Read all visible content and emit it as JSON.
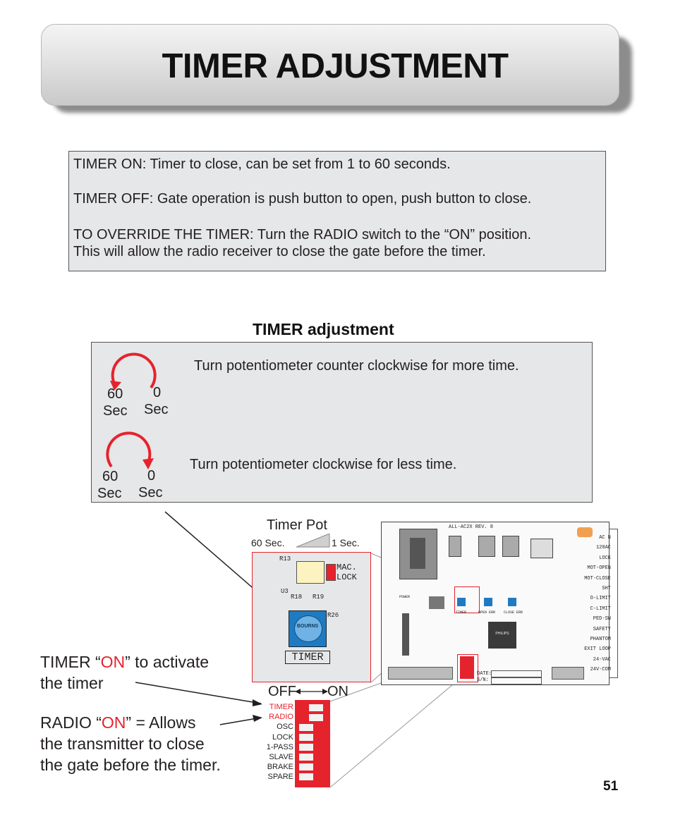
{
  "header": {
    "title": "TIMER ADJUSTMENT"
  },
  "info": {
    "line1": "TIMER ON: Timer to close, can be set from 1 to 60 seconds.",
    "line2": "TIMER OFF: Gate operation is push button to open, push button  to close.",
    "line3": "TO OVERRIDE THE TIMER: Turn the RADIO switch to the “ON” position.",
    "line4": "This will allow the radio receiver to close the gate before the timer."
  },
  "adjustment": {
    "heading": "TIMER adjustment",
    "ccw_text": "Turn potentiometer counter clockwise for more time.",
    "cw_text": "Turn potentiometer clockwise for less time.",
    "dial1": {
      "left_num": "60",
      "left_unit": "Sec",
      "right_num": "0",
      "right_unit": "Sec"
    },
    "dial2": {
      "left_num": "60",
      "left_unit": "Sec",
      "right_num": "0",
      "right_unit": "Sec"
    }
  },
  "pot": {
    "title": "Timer Pot",
    "left_label": "60 Sec.",
    "right_label": "1 Sec.",
    "r13": "R13",
    "u3": "U3",
    "mac_lock": "MAC. LOCK",
    "r18": "R18",
    "r19": "R19",
    "r26": "R26",
    "brand": "BOURNS",
    "timer_label": "TIMER"
  },
  "board": {
    "model": "ALL-AC2X REV. 8",
    "terminals": [
      "AC N",
      "120AC",
      "LOCK",
      "MOT-OPEN",
      "MOT-CLOSE",
      "SHT",
      "O-LIMIT",
      "C-LIMIT",
      "PED-SW",
      "SAFETY",
      "PHANTOM",
      "EXIT LOOP",
      "24-VAC",
      "24V-COM"
    ],
    "pot_labels": [
      "TIMER",
      "OPEN ERR",
      "CLOSE ERR"
    ],
    "chip": "PHILIPS",
    "power_label": "POWER",
    "date_label": "DATE:",
    "sn_label": "S/N:"
  },
  "dip": {
    "off_label": "OFF",
    "on_label": "ON",
    "switches": [
      "TIMER",
      "RADIO",
      "OSC",
      "LOCK",
      "1-PASS",
      "SLAVE",
      "BRAKE",
      "SPARE"
    ]
  },
  "callouts": {
    "timer_prefix": "TIMER “",
    "timer_on": "ON",
    "timer_suffix": "” to activate",
    "timer_line2": "the timer",
    "radio_prefix": "RADIO “",
    "radio_on": "ON",
    "radio_suffix": "” = Allows",
    "radio_line2": "the transmitter to close",
    "radio_line3": "the gate before the timer."
  },
  "page_number": "51",
  "colors": {
    "accent_red": "#e5232d",
    "box_fill": "#e6e7e8",
    "pot_blue": "#1f7bc1"
  }
}
